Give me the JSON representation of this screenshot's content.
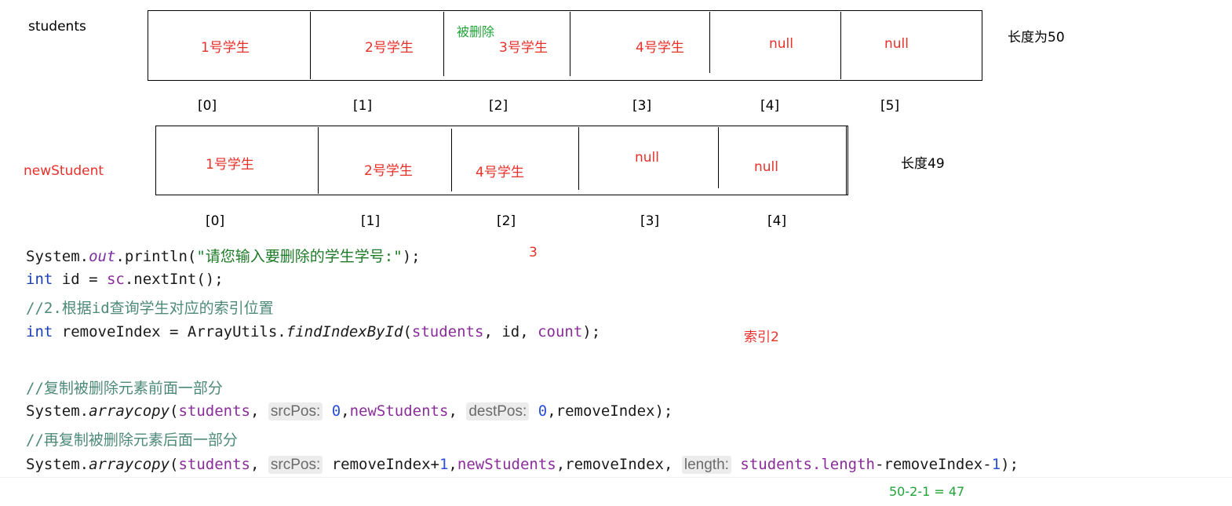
{
  "top_array": {
    "name": "students",
    "length_note": "长度为50",
    "deleted_note": "被删除",
    "cells": [
      "1号学生",
      "2号学生",
      "3号学生",
      "4号学生",
      "null",
      "null"
    ],
    "indices": [
      "[0]",
      "[1]",
      "[2]",
      "[3]",
      "[4]",
      "[5]"
    ]
  },
  "bottom_array": {
    "name": "newStudent",
    "length_note": "长度49",
    "cells": [
      "1号学生",
      "2号学生",
      "4号学生",
      "null",
      "null"
    ],
    "indices": [
      "[0]",
      "[1]",
      "[2]",
      "[3]",
      "[4]"
    ]
  },
  "code": {
    "line1": {
      "System": "System.",
      "out": "out",
      "println": ".println(",
      "string": "\"请您输入要删除的学生学号:\"",
      "end": ");",
      "note": "3"
    },
    "line2": {
      "kw": "int",
      "rest1": " id = ",
      "sc": "sc",
      "rest2": ".nextInt();"
    },
    "line3": {
      "comment": "//2.根据id查询学生对应的索引位置"
    },
    "line4": {
      "kw": "int",
      "rest1": " removeIndex = ArrayUtils.",
      "method": "findIndexById",
      "open": "(",
      "students": "students",
      "comma1": ", id, ",
      "count": "count",
      "end": ");",
      "note": "索引2"
    },
    "line5": {
      "comment": "//复制被删除元素前面一部分"
    },
    "line6": {
      "System": "System.",
      "method": "arraycopy",
      "open": "(",
      "students": "students",
      "comma": ", ",
      "hint1": "srcPos:",
      "zero1": "0",
      "c2": ",",
      "newStudents": "newStudents",
      "c3": ", ",
      "hint2": "destPos:",
      "zero2": "0",
      "end": ",removeIndex);"
    },
    "line7": {
      "comment": "//再复制被删除元素后面一部分"
    },
    "line8": {
      "System": "System.",
      "method": "arraycopy",
      "open": "(",
      "students": "students",
      "comma": ", ",
      "hint1": "srcPos:",
      "mid1": " removeIndex+",
      "one1": "1",
      "c2": ",",
      "newStudents": "newStudents",
      "mid2": ",removeIndex, ",
      "hint2": "length:",
      "students2": "students",
      "dotlen": ".length",
      "mid3": "-removeIndex-",
      "one2": "1",
      "end": ");"
    }
  },
  "calc_note": "50-2-1 = 47",
  "colors": {
    "red": "#e8312b",
    "green": "#22a33a",
    "keyword": "#1a3fb3",
    "comment": "#4e8a78",
    "variable": "#8a2d9b"
  }
}
